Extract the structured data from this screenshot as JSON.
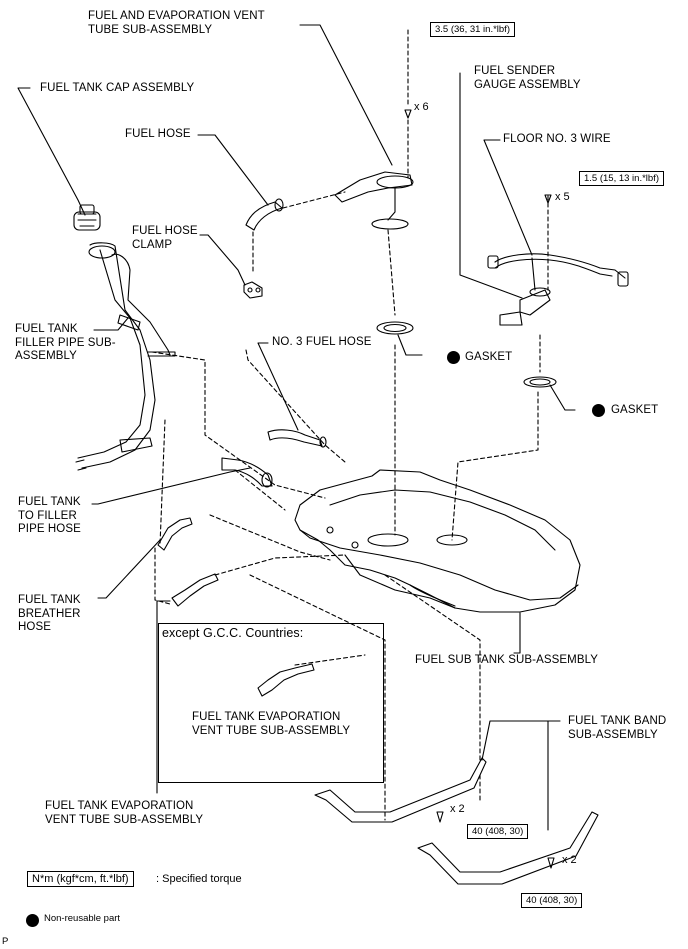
{
  "labels": {
    "fuel_evap_vent_tube": "FUEL AND EVAPORATION VENT\nTUBE SUB-ASSEMBLY",
    "fuel_tank_cap": "FUEL TANK CAP ASSEMBLY",
    "fuel_hose": "FUEL HOSE",
    "fuel_hose_clamp": "FUEL HOSE\nCLAMP",
    "fuel_sender_gauge": "FUEL SENDER\nGAUGE ASSEMBLY",
    "floor_no3_wire": "FLOOR NO. 3 WIRE",
    "fuel_tank_filler_pipe": "FUEL TANK\nFILLER PIPE SUB-\nASSEMBLY",
    "no3_fuel_hose": "NO. 3 FUEL HOSE",
    "gasket_1": "GASKET",
    "gasket_2": "GASKET",
    "fuel_tank_to_filler_pipe_hose": "FUEL TANK\nTO FILLER\nPIPE HOSE",
    "fuel_tank_breather_hose": "FUEL TANK\nBREATHER\nHOSE",
    "fuel_sub_tank": "FUEL SUB TANK SUB-ASSEMBLY",
    "fuel_tank_band": "FUEL TANK BAND\nSUB-ASSEMBLY",
    "inset_title": "except G.C.C. Countries:",
    "inset_evap_tube": "FUEL TANK EVAPORATION\nVENT TUBE SUB-ASSEMBLY",
    "fuel_tank_evap_vent_tube": "FUEL TANK EVAPORATION\nVENT TUBE SUB-ASSEMBLY"
  },
  "torques": {
    "top": "3.5 (36, 31 in.*lbf)",
    "sender": "1.5 (15, 13 in.*lbf)",
    "band_1": "40 (408, 30)",
    "band_2": "40 (408, 30)"
  },
  "quantities": {
    "x6": "x 6",
    "x5": "x 5",
    "x2_a": "x 2",
    "x2_b": "x 2"
  },
  "legend": {
    "torque_box": "N*m (kgf*cm, ft.*lbf)",
    "torque_text": ": Specified torque",
    "non_reusable": "Non-reusable part"
  },
  "corner_mark": "P"
}
